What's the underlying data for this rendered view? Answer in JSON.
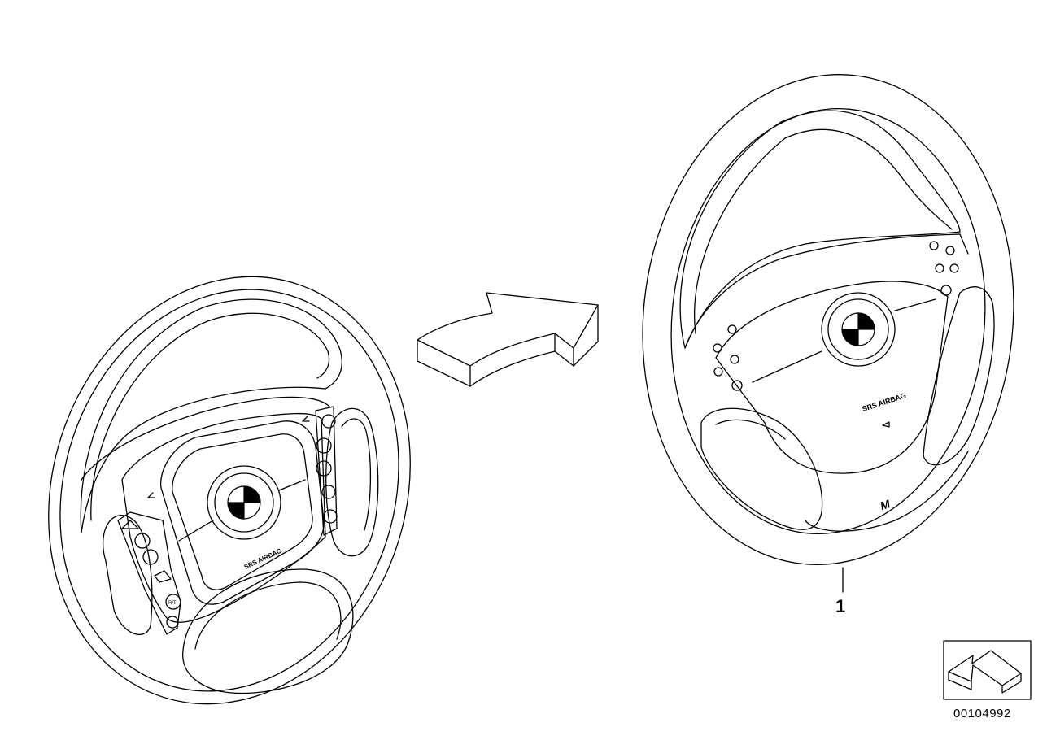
{
  "diagram": {
    "callouts": [
      {
        "label": "1"
      }
    ],
    "diagram_code": "00104992",
    "left_wheel": {
      "airbag_text": "SRS AIRBAG",
      "button_labels": [
        "R/T"
      ]
    },
    "right_wheel": {
      "airbag_text": "SRS AIRBAG",
      "badge_text": "M"
    },
    "icons": [
      "transition-arrow-icon",
      "navigation-arrow-icon",
      "brand-roundel-icon"
    ]
  }
}
